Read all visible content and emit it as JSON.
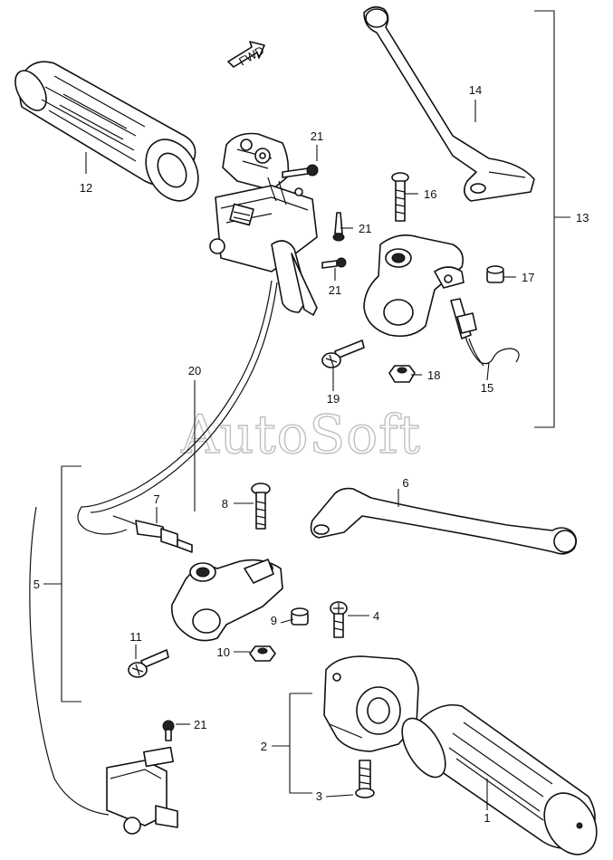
{
  "direction_label": "FWD",
  "watermark": "AutoSoft",
  "callouts": [
    {
      "id": "c1",
      "label": "1"
    },
    {
      "id": "c2",
      "label": "2"
    },
    {
      "id": "c3",
      "label": "3"
    },
    {
      "id": "c4",
      "label": "4"
    },
    {
      "id": "c5",
      "label": "5"
    },
    {
      "id": "c6",
      "label": "6"
    },
    {
      "id": "c7",
      "label": "7"
    },
    {
      "id": "c8",
      "label": "8"
    },
    {
      "id": "c9",
      "label": "9"
    },
    {
      "id": "c10",
      "label": "10"
    },
    {
      "id": "c11",
      "label": "11"
    },
    {
      "id": "c12",
      "label": "12"
    },
    {
      "id": "c13",
      "label": "13"
    },
    {
      "id": "c14",
      "label": "14"
    },
    {
      "id": "c15",
      "label": "15"
    },
    {
      "id": "c16",
      "label": "16"
    },
    {
      "id": "c17",
      "label": "17"
    },
    {
      "id": "c18",
      "label": "18"
    },
    {
      "id": "c19",
      "label": "19"
    },
    {
      "id": "c20",
      "label": "20"
    },
    {
      "id": "c21a",
      "label": "21"
    },
    {
      "id": "c21b",
      "label": "21"
    },
    {
      "id": "c21c",
      "label": "21"
    },
    {
      "id": "c21d",
      "label": "21"
    }
  ]
}
